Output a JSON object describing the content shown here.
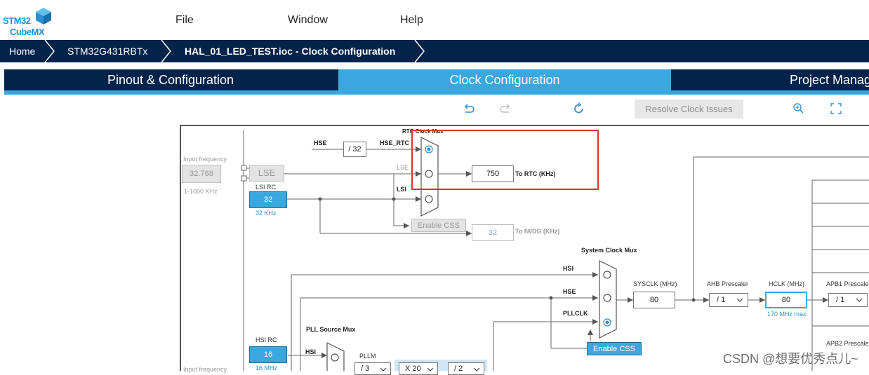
{
  "app": {
    "logo_line1": "STM32",
    "logo_line2": "CubeMX",
    "menu": [
      "File",
      "Window",
      "Help"
    ]
  },
  "breadcrumb": [
    "Home",
    "STM32G431RBTx",
    "HAL_01_LED_TEST.ioc - Clock Configuration"
  ],
  "tabs": [
    {
      "label": "Pinout & Configuration",
      "active": false
    },
    {
      "label": "Clock Configuration",
      "active": true
    },
    {
      "label": "Project Manag",
      "active": false
    }
  ],
  "toolbar": {
    "undo_icon": "undo-icon",
    "redo_icon": "redo-icon",
    "refresh_icon": "refresh-icon",
    "resolve_label": "Resolve Clock Issues",
    "zoom_icon": "zoom-in-icon",
    "fit_icon": "fit-screen-icon"
  },
  "diagram": {
    "lse_input_freq_label": "Input frequency",
    "lse_input_value": "32.768",
    "lse_range": "1-1000 KHz",
    "lse_label": "LSE",
    "lsi_rc_label": "LSI RC",
    "lsi_value": "32",
    "lsi_khz": "32 KHz",
    "hse_label": "HSE",
    "div32": "/ 32",
    "hse_rtc": "HSE_RTC",
    "lse_line": "LSE",
    "lsi_line": "LSI",
    "rtc_mux": "RTC Clock Mux",
    "rtc_value": "750",
    "rtc_label": "To RTC (KHz)",
    "enable_css_1": "Enable CSS",
    "iwdg_value": "32",
    "iwdg_label": "To IWDG (KHz)",
    "sys_mux": "System Clock Mux",
    "hsi": "HSI",
    "hse2": "HSE",
    "pllclk": "PLLCLK",
    "sysclk_label": "SYSCLK (MHz)",
    "sysclk_value": "80",
    "ahb_label": "AHB Prescaler",
    "ahb_value": "/ 1",
    "hclk_label": "HCLK (MHz)",
    "hclk_value": "80",
    "hclk_max": "170 MHz max",
    "apb1_label": "APB1 Prescale",
    "apb1_value": "/ 1",
    "apb2_label": "APB2 Prescale",
    "enable_css_2": "Enable CSS",
    "hsi_rc_label": "HSI RC",
    "hsi_value": "16",
    "hsi_mhz": "16 MHz",
    "input_freq2": "Input frequency",
    "pll_src_mux": "PLL Source Mux",
    "hsi_pll": "HSI",
    "pllm": "PLLM",
    "pllm_value": "/ 3",
    "plln_value": "X 20",
    "pllr_value": "/ 2"
  },
  "watermark": "CSDN @想要优秀点儿~"
}
